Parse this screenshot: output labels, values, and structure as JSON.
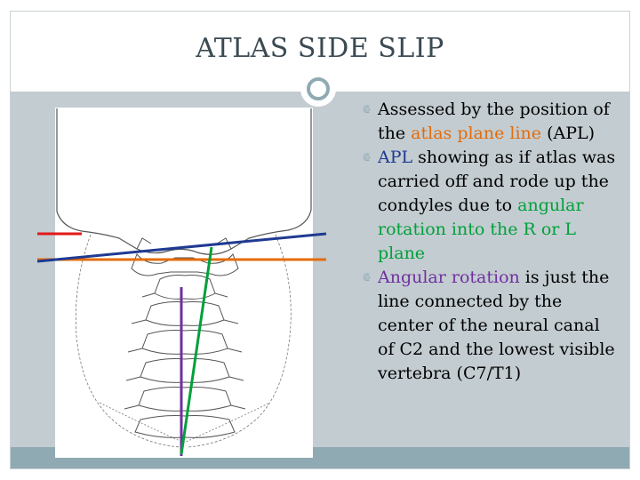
{
  "slide": {
    "title": "ATLAS SIDE SLIP"
  },
  "colors": {
    "accent": "#8faab3",
    "content_bg": "#c3ccd1",
    "title_text": "#3b4a52",
    "atlas_plane_line": "#e46c0a",
    "apl_text": "#1f3a93",
    "angular_rotation_green": "#00a03a",
    "angular_rotation_purple": "#7030a0",
    "marker_red": "#e01a1a"
  },
  "figure": {
    "icon": "cervical-spine-xray-illustration"
  },
  "bullets": [
    {
      "segments": [
        {
          "text": "Assessed by the position of the ",
          "style": "plain"
        },
        {
          "text": "atlas plane line",
          "style": "orange"
        },
        {
          "text": " (APL)",
          "style": "plain"
        }
      ]
    },
    {
      "segments": [
        {
          "text": "APL",
          "style": "blue"
        },
        {
          "text": " showing as if atlas was carried off and rode up the condyles due to ",
          "style": "plain"
        },
        {
          "text": "angular rotation into the R or L plane",
          "style": "green"
        }
      ]
    },
    {
      "segments": [
        {
          "text": "Angular rotation",
          "style": "purple"
        },
        {
          "text": " is just the line connected by the center of the neural canal of C2 and the lowest visible vertebra (C7/T1)",
          "style": "plain"
        }
      ]
    }
  ]
}
